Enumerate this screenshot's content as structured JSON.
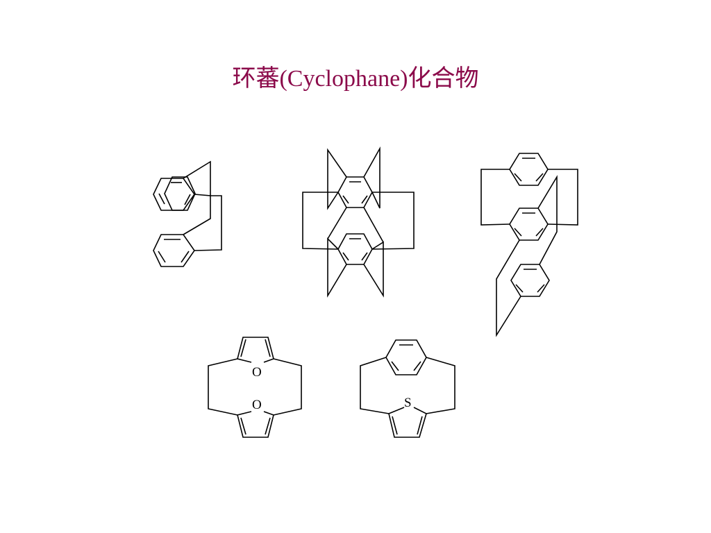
{
  "slide": {
    "title": "环蕃(Cyclophane)化合物",
    "title_color": "#8b0a4a",
    "structures": [
      {
        "id": "metacyclophane",
        "atom_labels": []
      },
      {
        "id": "stacked-paracyclophane",
        "atom_labels": []
      },
      {
        "id": "triple-layered-paracyclophane",
        "atom_labels": []
      },
      {
        "id": "difuranophane",
        "atom_labels": [
          "O",
          "O"
        ]
      },
      {
        "id": "benzene-thiophene-phane",
        "atom_labels": [
          "S"
        ]
      }
    ]
  }
}
